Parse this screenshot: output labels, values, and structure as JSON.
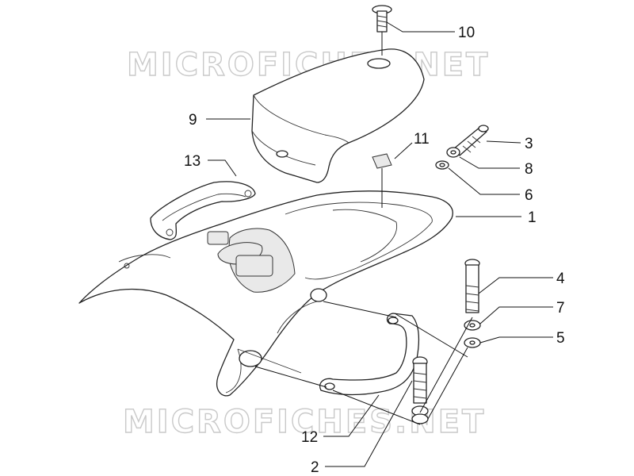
{
  "watermark": {
    "text": "MICROFICHES.NET"
  },
  "callouts": {
    "c1": "1",
    "c2": "2",
    "c3": "3",
    "c4": "4",
    "c5": "5",
    "c6": "6",
    "c7": "7",
    "c8": "8",
    "c9": "9",
    "c10": "10",
    "c11": "11",
    "c12": "12",
    "c13": "13"
  },
  "colors": {
    "line": "#222222",
    "watermark": "#c9c9c9",
    "background": "#ffffff"
  }
}
